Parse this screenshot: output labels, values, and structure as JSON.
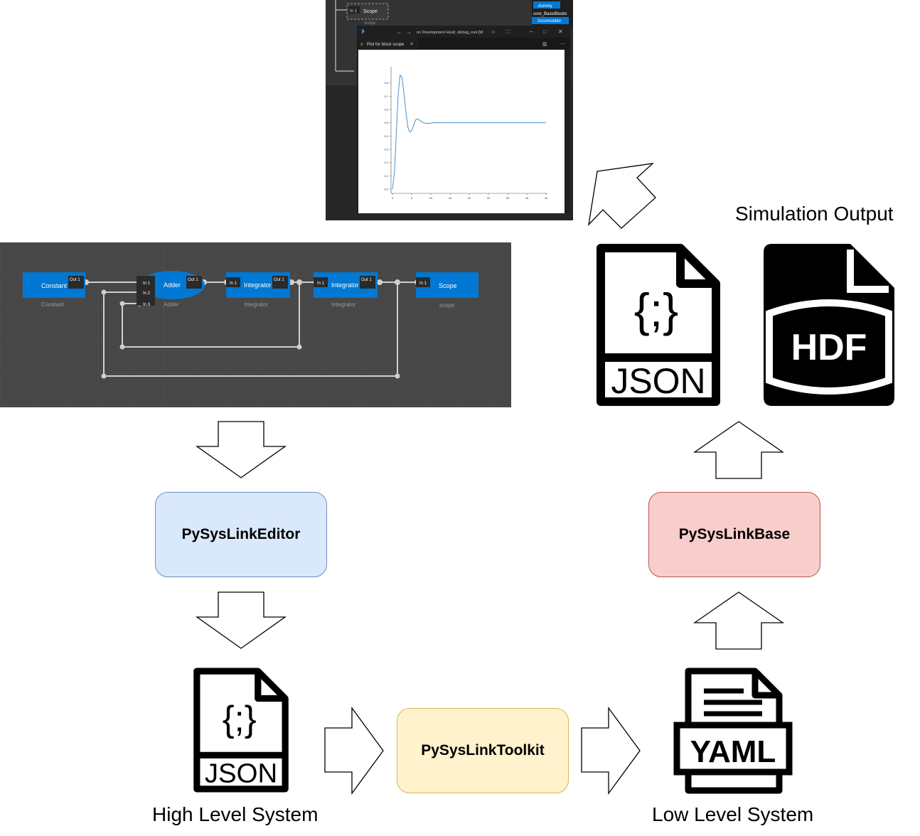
{
  "flow": {
    "editor_label": "PySysLinkEditor",
    "toolkit_label": "PySysLinkToolkit",
    "base_label": "PySysLinkBase",
    "high_level_caption": "High Level System",
    "low_level_caption": "Low Level System",
    "sim_output_caption": "Simulation Output",
    "json_icon_text": "JSON",
    "json_braces_text": "{;}",
    "yaml_icon_text": "YAML",
    "hdf_icon_text": "HDF"
  },
  "editor_canvas": {
    "blocks": [
      {
        "label": "Constant",
        "caption": "Constant"
      },
      {
        "label": "Adder",
        "caption": "Adder"
      },
      {
        "label": "Integrator",
        "caption": "Integrator"
      },
      {
        "label": "Integrator",
        "caption": "Integrator"
      },
      {
        "label": "Scope",
        "caption": "scope"
      }
    ],
    "port_out": "Out 1",
    "port_in1": "In 1",
    "port_in2": "In 2",
    "port_in3": "In 3"
  },
  "plot_window": {
    "title_bar": "on Development Host] .debug_root [W",
    "tab_label": "Plot for block scope",
    "tab_close": "×",
    "scope_block": "Scope",
    "scope_port": "In 1",
    "scope_caption": "scope",
    "side_items": [
      "dummy",
      "core_BasicBlocks",
      "Accumulator"
    ]
  },
  "colors": {
    "editor_fill": "#dae8fc",
    "editor_stroke": "#6c8ebf",
    "toolkit_fill": "#fff2cc",
    "toolkit_stroke": "#d6b656",
    "base_fill": "#f8cecc",
    "base_stroke": "#b85450",
    "block_blue": "#0078d4",
    "canvas_bg": "#474747",
    "plot_line": "#4a90c8"
  },
  "chart_data": {
    "type": "line",
    "title": "",
    "xlabel": "",
    "ylabel": "",
    "xlim": [
      0,
      40
    ],
    "ylim": [
      0,
      0.9
    ],
    "xticks": [
      0,
      5,
      10,
      15,
      20,
      25,
      30,
      35,
      40
    ],
    "yticks": [
      0.0,
      0.1,
      0.2,
      0.3,
      0.4,
      0.5,
      0.6,
      0.7,
      0.8
    ],
    "series": [
      {
        "x": [
          0,
          0.5,
          1.0,
          1.5,
          2.0,
          2.5,
          3.0,
          3.5,
          4.0,
          4.5,
          5.0,
          5.5,
          6.0,
          6.5,
          7.0,
          7.5,
          8.0,
          9.0,
          10.0,
          11.0,
          12.0,
          14.0,
          16.0,
          20.0,
          25.0,
          30.0,
          35.0,
          40.0
        ],
        "y": [
          0.0,
          0.12,
          0.42,
          0.72,
          0.86,
          0.84,
          0.72,
          0.58,
          0.47,
          0.43,
          0.44,
          0.48,
          0.52,
          0.53,
          0.52,
          0.51,
          0.5,
          0.495,
          0.497,
          0.501,
          0.5,
          0.5,
          0.5,
          0.5,
          0.5,
          0.5,
          0.5,
          0.5
        ]
      }
    ]
  }
}
